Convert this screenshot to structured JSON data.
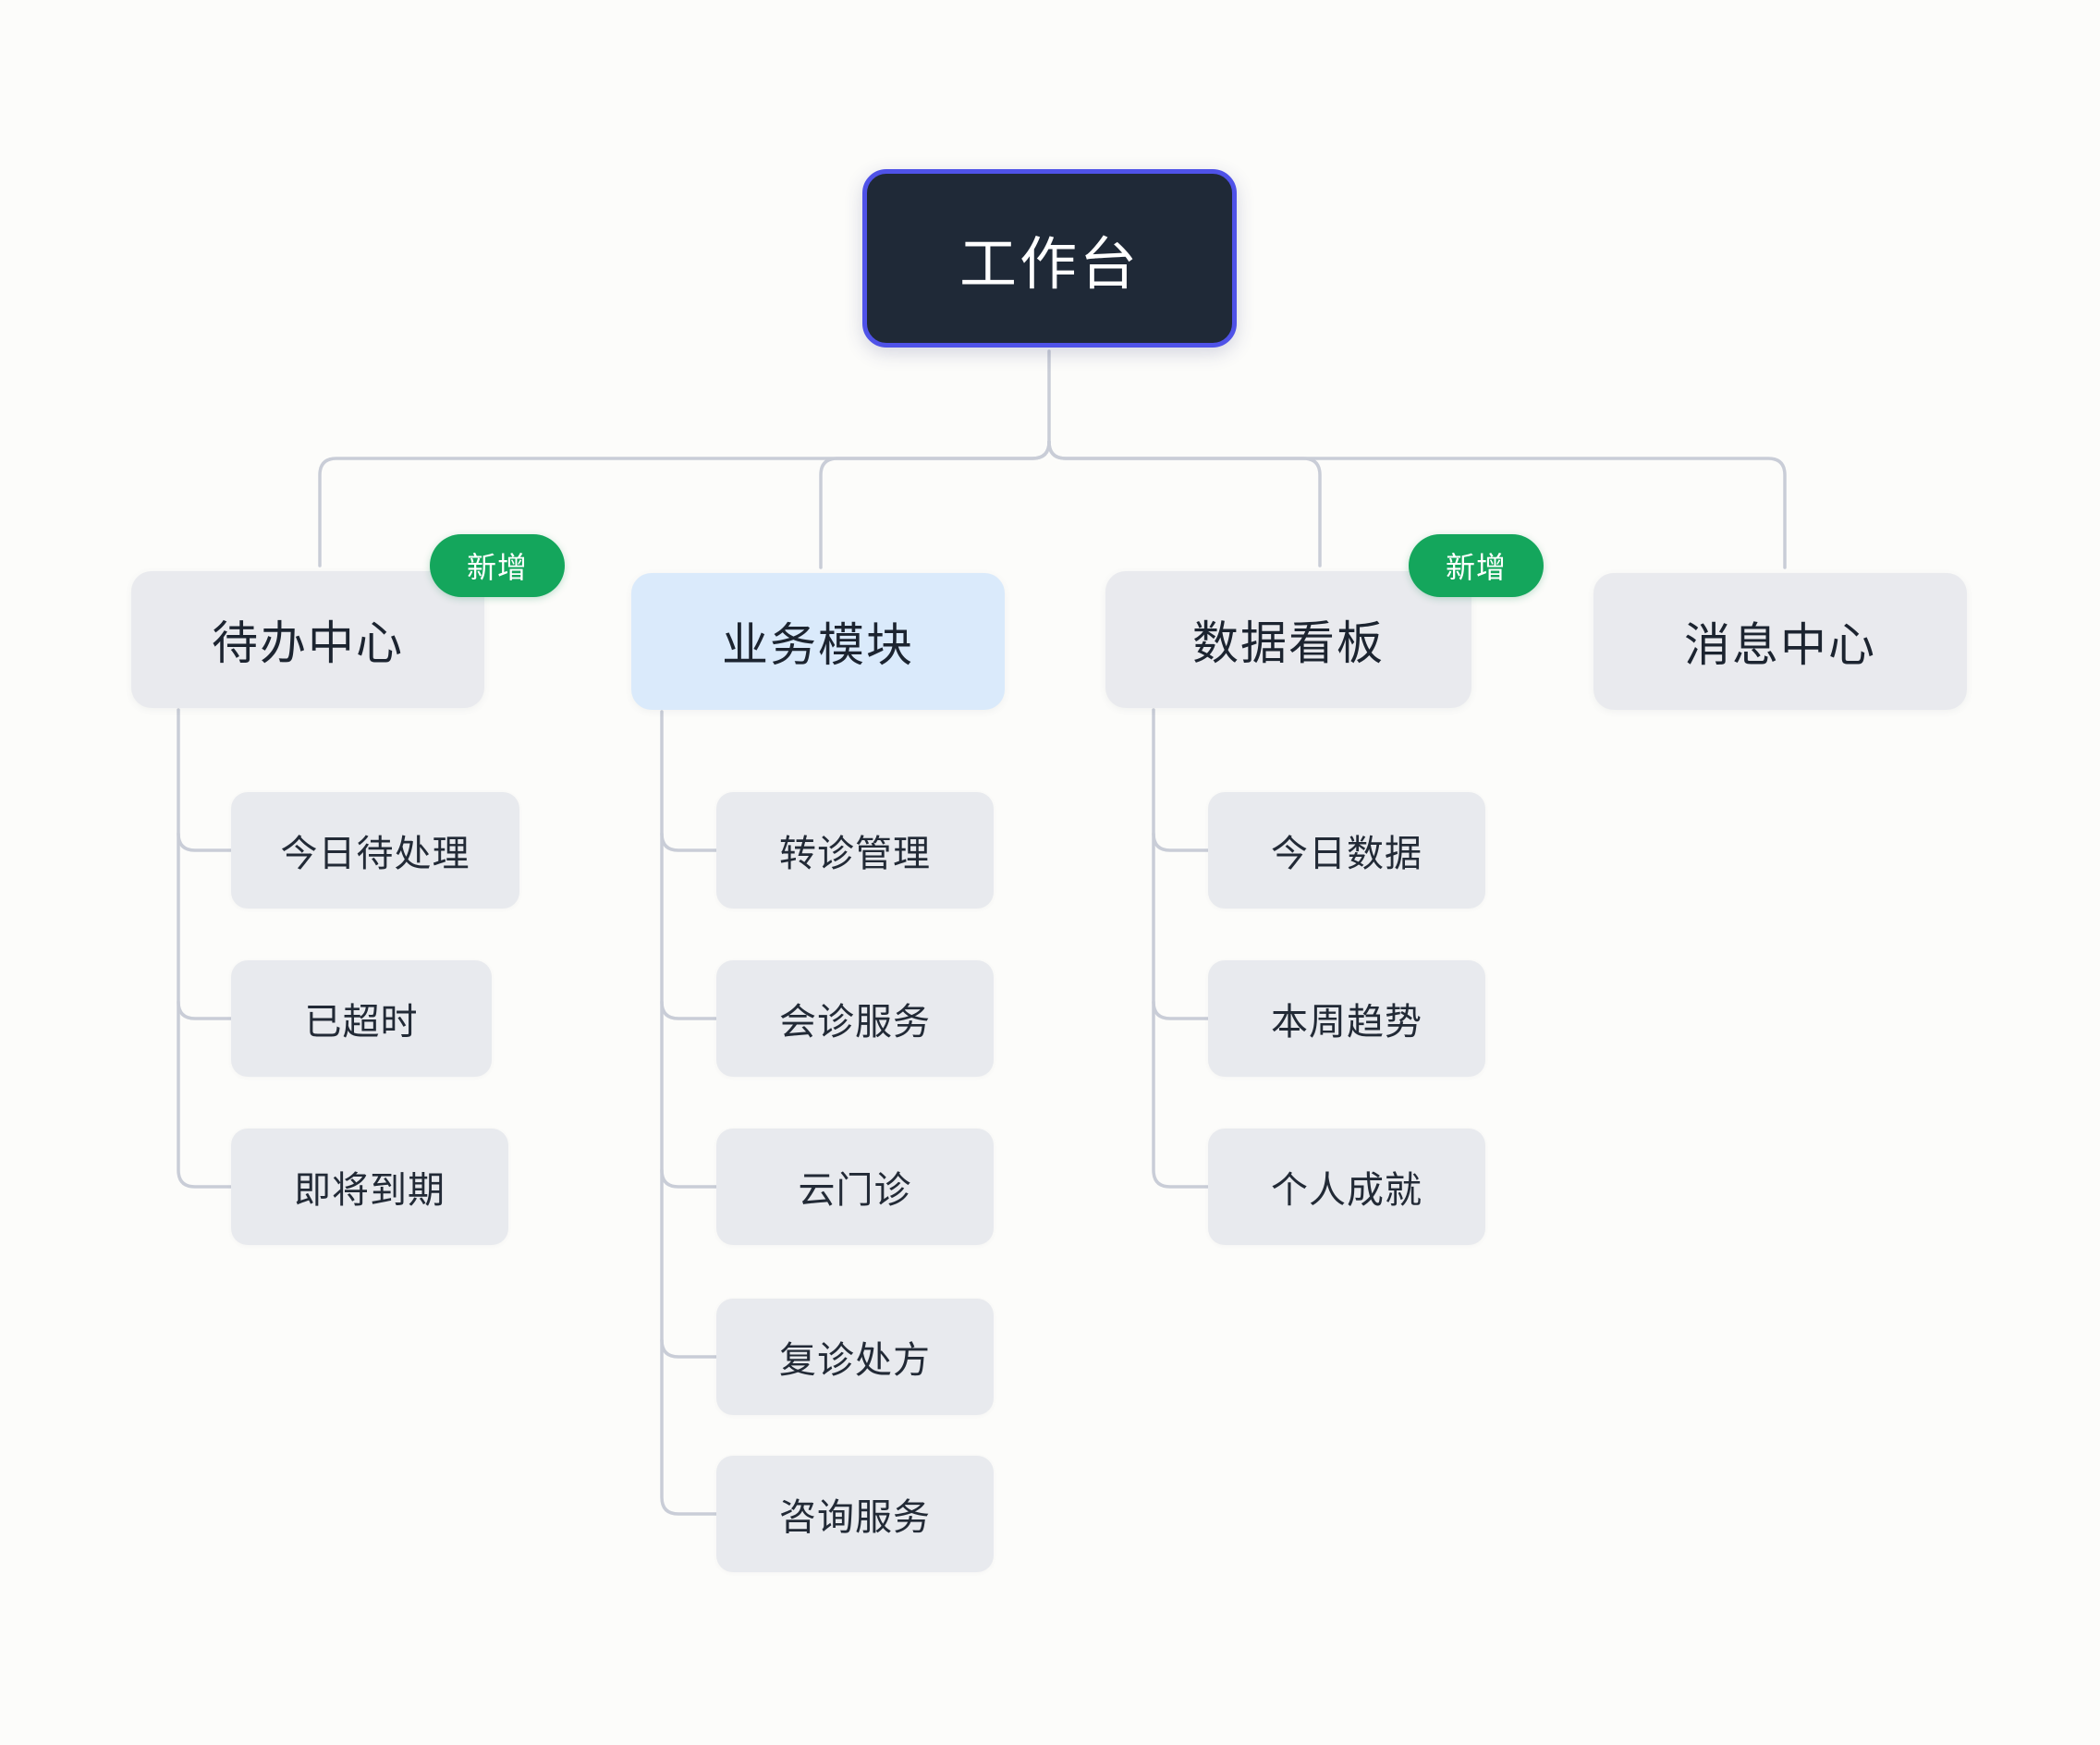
{
  "diagram": {
    "title": "工作台",
    "type": "tree",
    "badge_label": "新增",
    "colors": {
      "background": "#fcfcfa",
      "root_fill": "#1f2937",
      "root_border": "#4f52e8",
      "root_text": "#ffffff",
      "node_fill": "#e9eaee",
      "highlight_fill": "#daeafb",
      "node_text": "#1c2430",
      "connector": "#c9cdd7",
      "badge_fill": "#14a65c",
      "badge_text": "#ffffff"
    }
  },
  "root": {
    "label": "工作台"
  },
  "branches": [
    {
      "label": "待办中心",
      "badge": "新增",
      "highlight": false,
      "children": [
        {
          "label": "今日待处理"
        },
        {
          "label": "已超时"
        },
        {
          "label": "即将到期"
        }
      ]
    },
    {
      "label": "业务模块",
      "badge": null,
      "highlight": true,
      "children": [
        {
          "label": "转诊管理"
        },
        {
          "label": "会诊服务"
        },
        {
          "label": "云门诊"
        },
        {
          "label": "复诊处方"
        },
        {
          "label": "咨询服务"
        }
      ]
    },
    {
      "label": "数据看板",
      "badge": "新增",
      "highlight": false,
      "children": [
        {
          "label": "今日数据"
        },
        {
          "label": "本周趋势"
        },
        {
          "label": "个人成就"
        }
      ]
    },
    {
      "label": "消息中心",
      "badge": null,
      "highlight": false,
      "children": []
    }
  ]
}
